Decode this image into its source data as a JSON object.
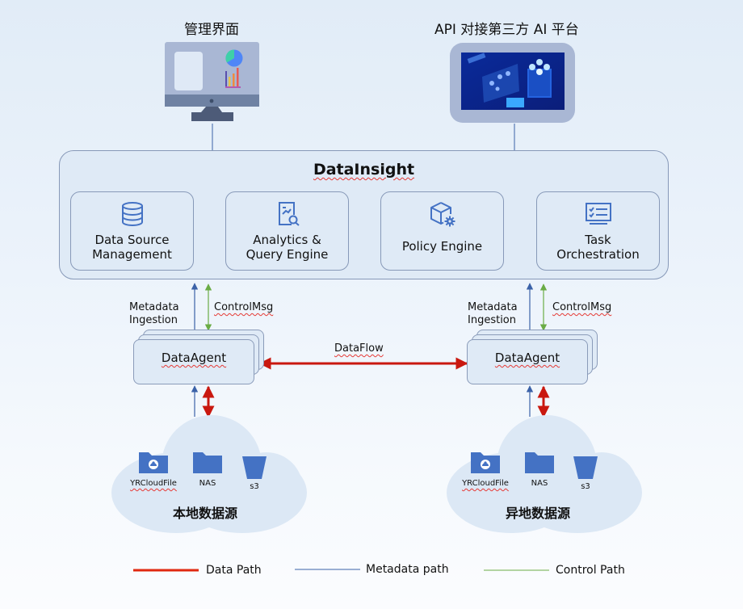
{
  "top": {
    "admin_ui": {
      "title": "管理界面",
      "icon": "monitor-dashboard-icon"
    },
    "api_platform": {
      "title": "API 对接第三方 AI 平台",
      "icon": "ai-platform-image"
    }
  },
  "datainsight": {
    "title": "DataInsight",
    "modules": [
      {
        "label": "Data Source\nManagement",
        "icon": "database-icon"
      },
      {
        "label": "Analytics &\nQuery Engine",
        "icon": "report-search-icon"
      },
      {
        "label": "Policy Engine",
        "icon": "cube-gear-icon"
      },
      {
        "label": "Task\nOrchestration",
        "icon": "checklist-monitor-icon"
      }
    ]
  },
  "agents": {
    "left": {
      "label": "DataAgent",
      "metadata_label": "Metadata\nIngestion",
      "control_label": "ControlMsg"
    },
    "right": {
      "label": "DataAgent",
      "metadata_label": "Metadata\nIngestion",
      "control_label": "ControlMsg"
    },
    "link_label": "DataFlow"
  },
  "sources": {
    "local": {
      "title": "本地数据源",
      "items": [
        {
          "label": "YRCloudFile",
          "icon": "yrcloudfile-folder-icon"
        },
        {
          "label": "NAS",
          "icon": "folder-icon"
        },
        {
          "label": "s3",
          "icon": "bucket-icon"
        }
      ]
    },
    "remote": {
      "title": "异地数据源",
      "items": [
        {
          "label": "YRCloudFile",
          "icon": "yrcloudfile-folder-icon"
        },
        {
          "label": "NAS",
          "icon": "folder-icon"
        },
        {
          "label": "s3",
          "icon": "bucket-icon"
        }
      ]
    }
  },
  "legend": [
    {
      "label": "Data Path",
      "color": "#e02810"
    },
    {
      "label": "Metadata path",
      "color": "#3b62a8"
    },
    {
      "label": "Control Path",
      "color": "#6aac45"
    }
  ],
  "colors": {
    "data_path": "#c9180f",
    "metadata_path": "#3b62a8",
    "control_path": "#6aac45",
    "icon_blue": "#4472c4",
    "box_border": "#8799b8"
  }
}
